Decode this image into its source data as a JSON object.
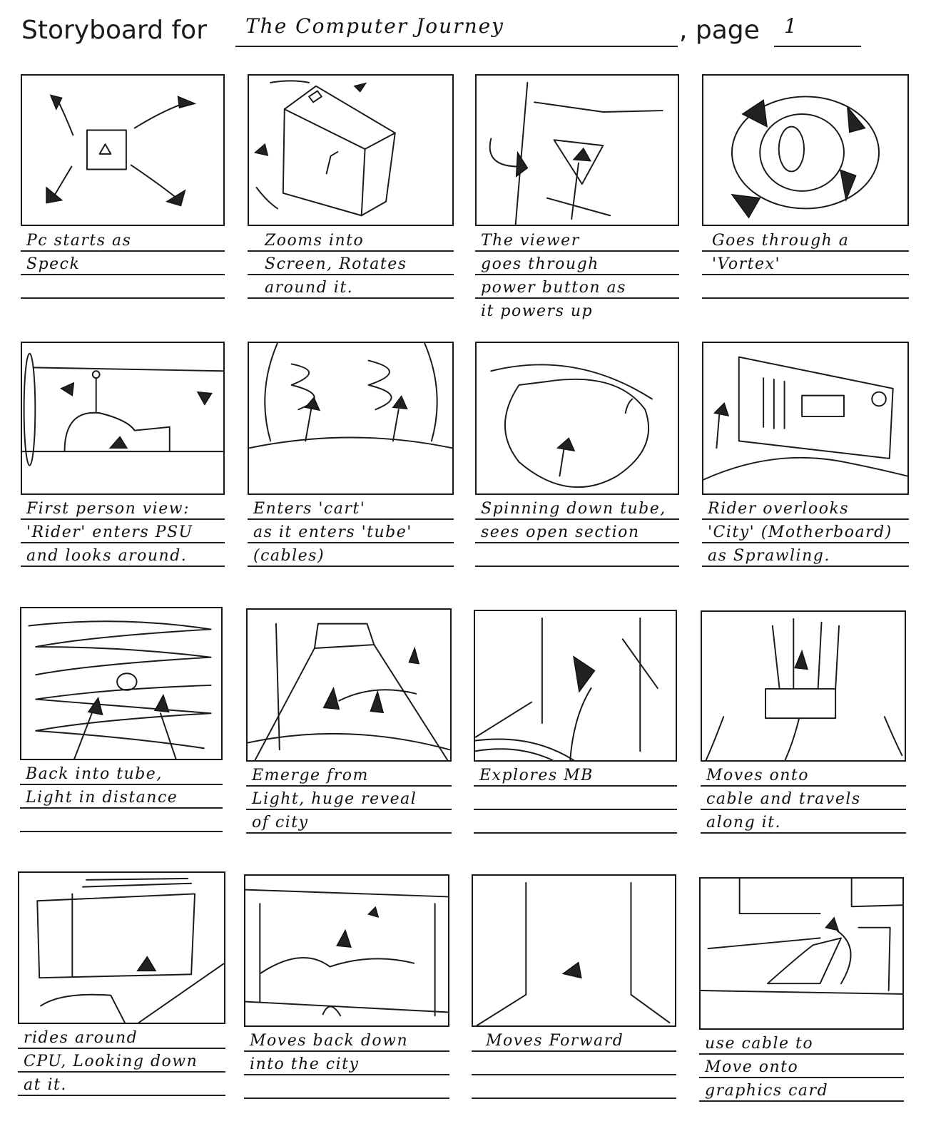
{
  "header": {
    "label_prefix": "Storyboard for",
    "title": "The Computer Journey",
    "label_page": ", page",
    "page_number": "1"
  },
  "panels": [
    {
      "index": 1,
      "sketch": "speck-with-four-arrows",
      "caption": "Pc starts as\nSpeck"
    },
    {
      "index": 2,
      "sketch": "rotating-pc-case",
      "caption": "Zooms into\nScreen, Rotates\naround it."
    },
    {
      "index": 3,
      "sketch": "power-button-triangle",
      "caption": "The viewer\ngoes through\npower button as\nit powers up"
    },
    {
      "index": 4,
      "sketch": "vortex-spiral",
      "caption": "Goes through a\n'Vortex'"
    },
    {
      "index": 5,
      "sketch": "first-person-psu",
      "caption": "First person view:\n'Rider' enters PSU\nand looks around."
    },
    {
      "index": 6,
      "sketch": "cart-entering-tube",
      "caption": "Enters 'cart'\nas it enters 'tube'\n(cables)"
    },
    {
      "index": 7,
      "sketch": "tube-open-section",
      "caption": "Spinning down tube,\nsees open section"
    },
    {
      "index": 8,
      "sketch": "motherboard-city",
      "caption": "Rider overlooks\n'City' (Motherboard)\nas Sprawling."
    },
    {
      "index": 9,
      "sketch": "tube-light-distance",
      "caption": "Back into tube,\nLight in distance"
    },
    {
      "index": 10,
      "sketch": "city-reveal",
      "caption": "Emerge from\nLight, huge reveal\nof city"
    },
    {
      "index": 11,
      "sketch": "explore-mb",
      "caption": "Explores MB"
    },
    {
      "index": 12,
      "sketch": "cable-travel",
      "caption": "Moves onto\ncable and travels\nalong it."
    },
    {
      "index": 13,
      "sketch": "around-cpu",
      "caption": "rides around\nCPU, Looking down\nat it."
    },
    {
      "index": 14,
      "sketch": "back-into-city",
      "caption": "Moves back down\ninto the city"
    },
    {
      "index": 15,
      "sketch": "moves-forward",
      "caption": "Moves Forward"
    },
    {
      "index": 16,
      "sketch": "graphics-card",
      "caption": "use cable to\nMove onto\ngraphics card"
    }
  ]
}
